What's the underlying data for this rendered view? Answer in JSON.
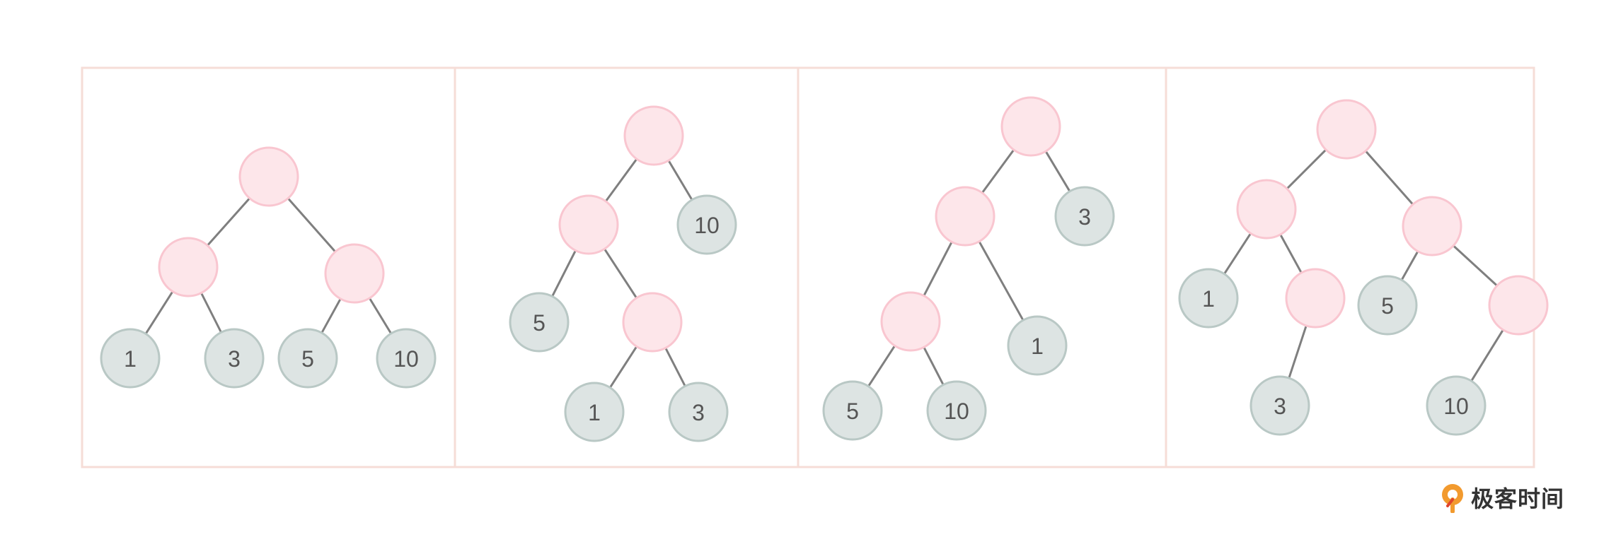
{
  "colors": {
    "frame": "#f6ddd7",
    "edge": "#7f7f7f",
    "internal_fill": "#fde6ea",
    "internal_stroke": "#f9c6d0",
    "leaf_fill": "#dde4e3",
    "leaf_stroke": "#b9c8c5",
    "leaf_text": "#555555",
    "logo_accent": "#f29a2e"
  },
  "logo": {
    "text": "极客时间",
    "icon": "geektime-logo-icon"
  },
  "trees": [
    {
      "nodes": [
        {
          "id": "r",
          "label": ""
        },
        {
          "id": "a",
          "label": ""
        },
        {
          "id": "b",
          "label": ""
        },
        {
          "id": "l1",
          "label": "1"
        },
        {
          "id": "l3",
          "label": "3"
        },
        {
          "id": "l5",
          "label": "5"
        },
        {
          "id": "l10",
          "label": "10"
        }
      ],
      "edges": [
        [
          "r",
          "a"
        ],
        [
          "r",
          "b"
        ],
        [
          "a",
          "l1"
        ],
        [
          "a",
          "l3"
        ],
        [
          "b",
          "l5"
        ],
        [
          "b",
          "l10"
        ]
      ]
    },
    {
      "nodes": [
        {
          "id": "r",
          "label": ""
        },
        {
          "id": "a",
          "label": ""
        },
        {
          "id": "l10",
          "label": "10"
        },
        {
          "id": "l5",
          "label": "5"
        },
        {
          "id": "b",
          "label": ""
        },
        {
          "id": "l1",
          "label": "1"
        },
        {
          "id": "l3",
          "label": "3"
        }
      ],
      "edges": [
        [
          "r",
          "a"
        ],
        [
          "r",
          "l10"
        ],
        [
          "a",
          "l5"
        ],
        [
          "a",
          "b"
        ],
        [
          "b",
          "l1"
        ],
        [
          "b",
          "l3"
        ]
      ]
    },
    {
      "nodes": [
        {
          "id": "r",
          "label": ""
        },
        {
          "id": "a",
          "label": ""
        },
        {
          "id": "l3",
          "label": "3"
        },
        {
          "id": "b",
          "label": ""
        },
        {
          "id": "l1",
          "label": "1"
        },
        {
          "id": "l5",
          "label": "5"
        },
        {
          "id": "l10",
          "label": "10"
        }
      ],
      "edges": [
        [
          "r",
          "a"
        ],
        [
          "r",
          "l3"
        ],
        [
          "a",
          "b"
        ],
        [
          "a",
          "l1"
        ],
        [
          "b",
          "l5"
        ],
        [
          "b",
          "l10"
        ]
      ]
    },
    {
      "nodes": [
        {
          "id": "r",
          "label": ""
        },
        {
          "id": "a",
          "label": ""
        },
        {
          "id": "b",
          "label": ""
        },
        {
          "id": "l1",
          "label": "1"
        },
        {
          "id": "c",
          "label": ""
        },
        {
          "id": "l5",
          "label": "5"
        },
        {
          "id": "d",
          "label": ""
        },
        {
          "id": "l3",
          "label": "3"
        },
        {
          "id": "l10",
          "label": "10"
        }
      ],
      "edges": [
        [
          "r",
          "a"
        ],
        [
          "r",
          "b"
        ],
        [
          "a",
          "l1"
        ],
        [
          "a",
          "c"
        ],
        [
          "c",
          "l3"
        ],
        [
          "b",
          "l5"
        ],
        [
          "b",
          "d"
        ],
        [
          "d",
          "l10"
        ]
      ]
    }
  ]
}
